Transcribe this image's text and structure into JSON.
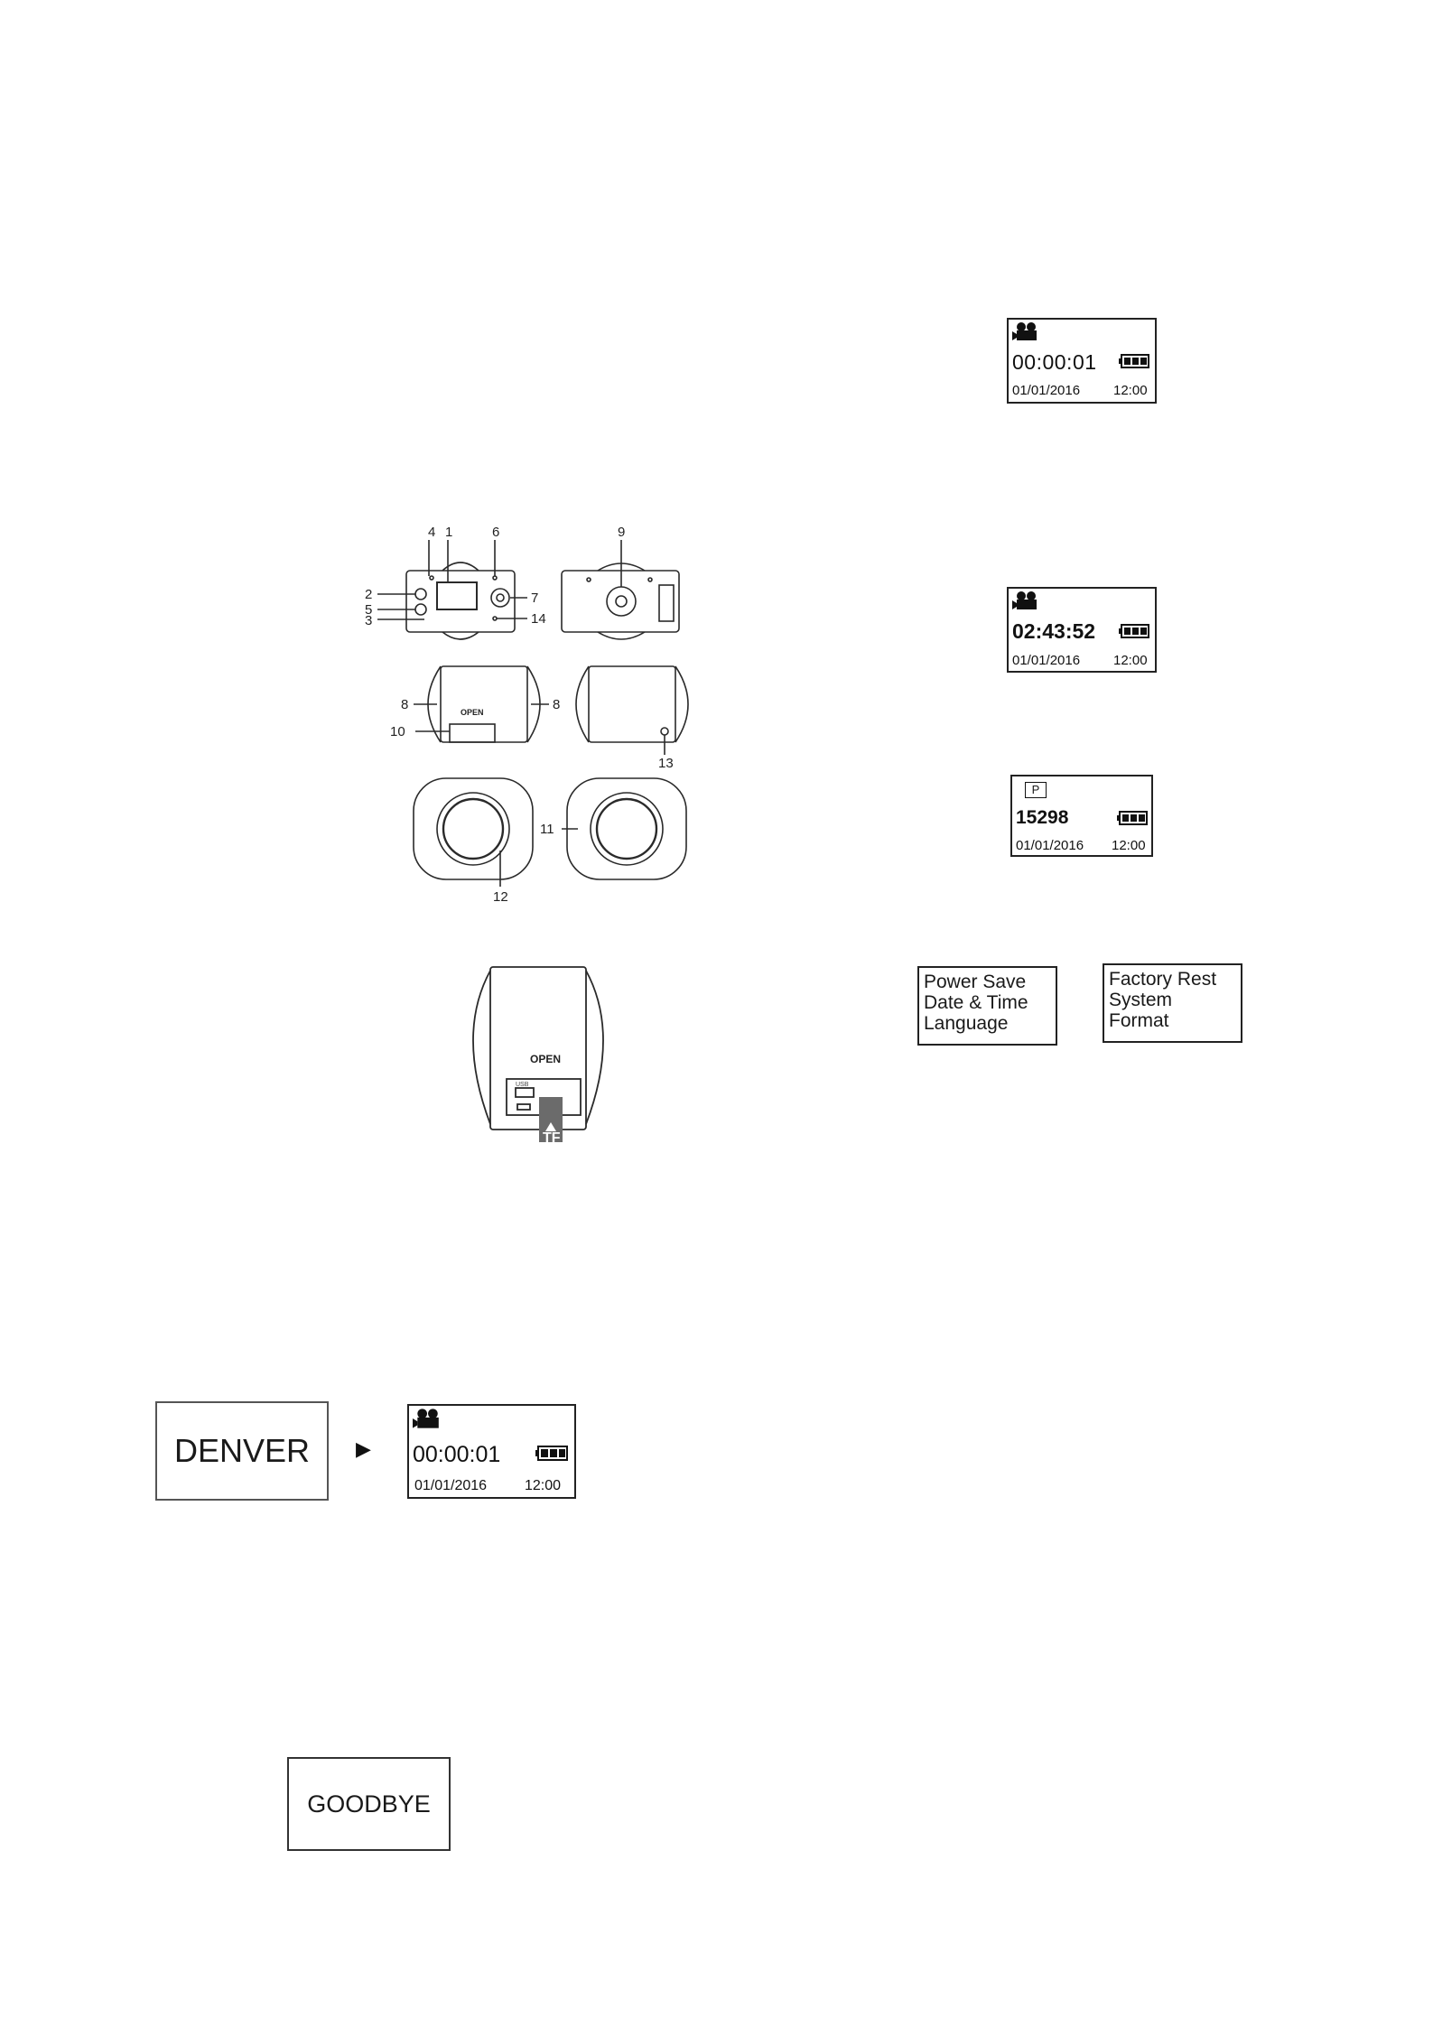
{
  "diagram_labels": {
    "n1": "1",
    "n2": "2",
    "n3": "3",
    "n4": "4",
    "n5": "5",
    "n6": "6",
    "n7": "7",
    "n8a": "8",
    "n8b": "8",
    "n9": "9",
    "n10": "10",
    "n11": "11",
    "n12": "12",
    "n13": "13",
    "n14": "14",
    "open_small": "OPEN",
    "open_large": "OPEN",
    "usb": "USB",
    "tf": "TF"
  },
  "screens": {
    "video_start": {
      "time": "00:00:01",
      "date": "01/01/2016",
      "clock": "12:00"
    },
    "video_recording": {
      "time": "02:43:52",
      "date": "01/01/2016",
      "clock": "12:00"
    },
    "photo": {
      "mode_letter": "P",
      "count": "15298",
      "date": "01/01/2016",
      "clock": "12:00"
    },
    "power_on_video": {
      "time": "00:00:01",
      "date": "01/01/2016",
      "clock": "12:00"
    }
  },
  "menus": {
    "left": [
      "Power Save",
      "Date & Time",
      "Language"
    ],
    "right": [
      "Factory Rest",
      "System",
      "Format"
    ]
  },
  "splash": {
    "denver": "DENVER",
    "goodbye": "GOODBYE",
    "arrow": "▶"
  },
  "icons": {
    "video": "video-camera-icon",
    "photo": "photo-mode-icon",
    "battery": "battery-full-icon"
  }
}
